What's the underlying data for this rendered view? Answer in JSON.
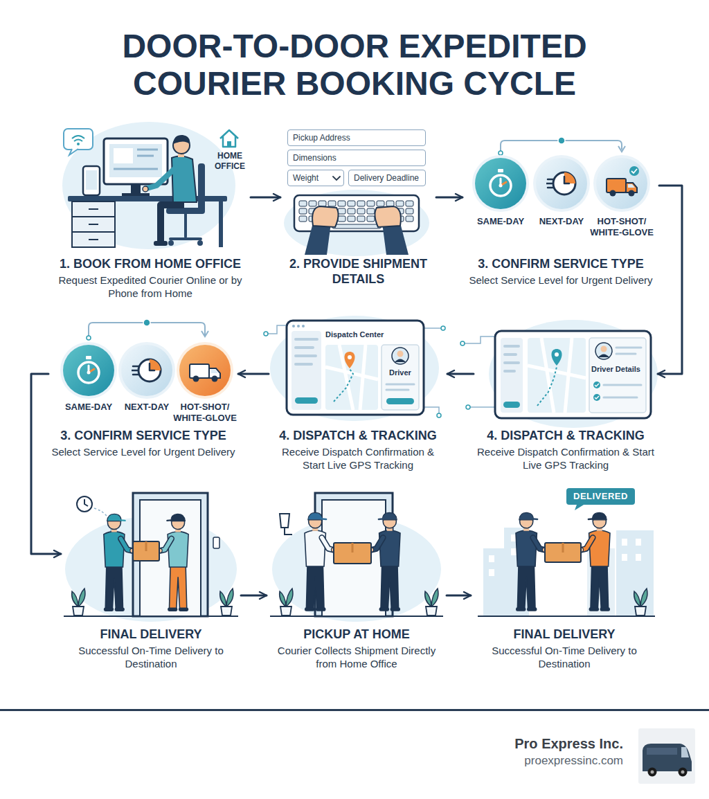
{
  "diagram": {
    "title": "DOOR-TO-DOOR EXPEDITED COURIER BOOKING CYCLE",
    "nodes": [
      {
        "text": [
          "1. BOOK FROM HOME OFFICE",
          "Request Expedited Courier Online or by Phone from Home"
        ]
      },
      {
        "text": [
          "2. PROVIDE SHIPMENT DETAILS"
        ]
      },
      {
        "text": [
          "Pickup Address"
        ],
        "in": 1
      },
      {
        "text": [
          "Dimensions"
        ],
        "in": 1
      },
      {
        "text": [
          "Weight"
        ],
        "in": 1
      },
      {
        "text": [
          "Delivery Deadline"
        ],
        "in": 1
      },
      {
        "text": [
          "3. CONFIRM SERVICE TYPE",
          "Select Service Level for Urgent Delivery"
        ]
      },
      {
        "text": [
          "3. CONFIRM SERVICE TYPE",
          "Select Service Level for Urgent Delivery"
        ]
      },
      {
        "text": [
          "4. DISPATCH & TRACKING",
          "Receive Dispatch Confirmation & Start Live GPS Tracking"
        ]
      },
      {
        "text": [
          "4. DISPATCH & TRACKING",
          "Receive Dispatch Confirmation & Start Live GPS Tracking"
        ]
      },
      {
        "text": [
          "FINAL DELIVERY",
          "Successful On-Time Delivery to Destination"
        ]
      },
      {
        "text": [
          "PICKUP AT HOME",
          "Courier Collects Shipment Directly from Home Office"
        ]
      },
      {
        "text": [
          "FINAL DELIVERY",
          "Successful On-Time Delivery to Destination"
        ]
      },
      {
        "text": [
          "DELIVERED"
        ],
        "in": 12
      }
    ],
    "edges": [
      {
        "from": 0,
        "to": 1,
        "arrow": "to"
      },
      {
        "from": 1,
        "to": 6,
        "arrow": "to"
      },
      {
        "from": 6,
        "to": 9,
        "arrow": "to"
      },
      {
        "from": 9,
        "to": 8,
        "arrow": "to"
      },
      {
        "from": 8,
        "to": 7,
        "arrow": "to"
      },
      {
        "from": 7,
        "to": 10,
        "arrow": "to"
      },
      {
        "from": 10,
        "to": 11,
        "arrow": "to"
      },
      {
        "from": 11,
        "to": 12,
        "arrow": "to"
      }
    ],
    "labels": [
      "HOME OFFICE",
      "SAME-DAY",
      "NEXT-DAY",
      "HOT-SHOT/ WHITE-GLOVE",
      "SAME-DAY",
      "NEXT-DAY",
      "HOT-SHOT/ WHITE-GLOVE",
      "Dispatch Center",
      "Driver",
      "Driver Details",
      "Pro Express Inc.",
      "proexpressinc.com"
    ]
  }
}
